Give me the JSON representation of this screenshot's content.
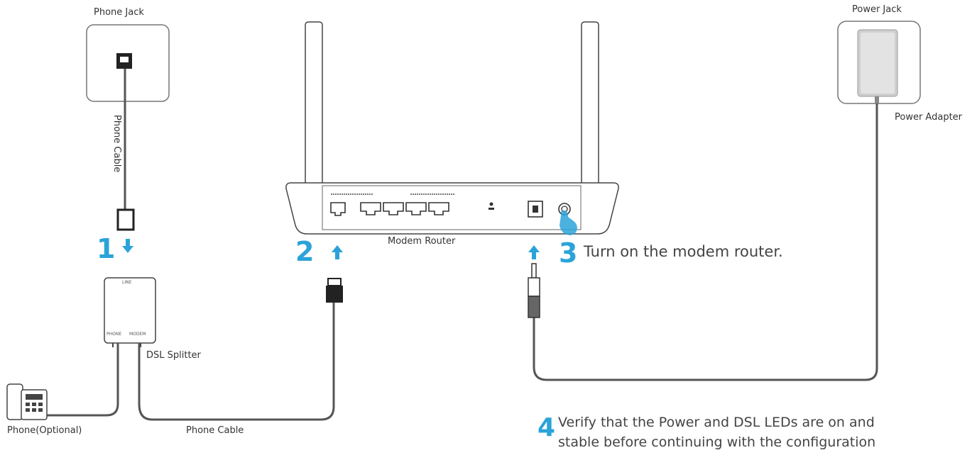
{
  "labels": {
    "phone_jack": "Phone Jack",
    "power_jack": "Power Jack",
    "power_adapter": "Power Adapter",
    "phone_cable_top": "Phone Cable",
    "modem_router": "Modem Router",
    "dsl_splitter": "DSL Splitter",
    "phone_optional": "Phone(Optional)",
    "phone_cable_bottom": "Phone Cable",
    "splitter_line": "LINE",
    "splitter_phone": "PHONE",
    "splitter_modem": "MODEM"
  },
  "steps": [
    {
      "number": "1",
      "text": ""
    },
    {
      "number": "2",
      "text": ""
    },
    {
      "number": "3",
      "text": "Turn on the modem router."
    },
    {
      "number": "4",
      "text_line1": "Verify that the Power and DSL LEDs are on and",
      "text_line2": "stable before continuing with the configuration"
    }
  ],
  "colors": {
    "accent": "#2ba3d9",
    "device_stroke": "#333333",
    "cable": "#555555"
  }
}
